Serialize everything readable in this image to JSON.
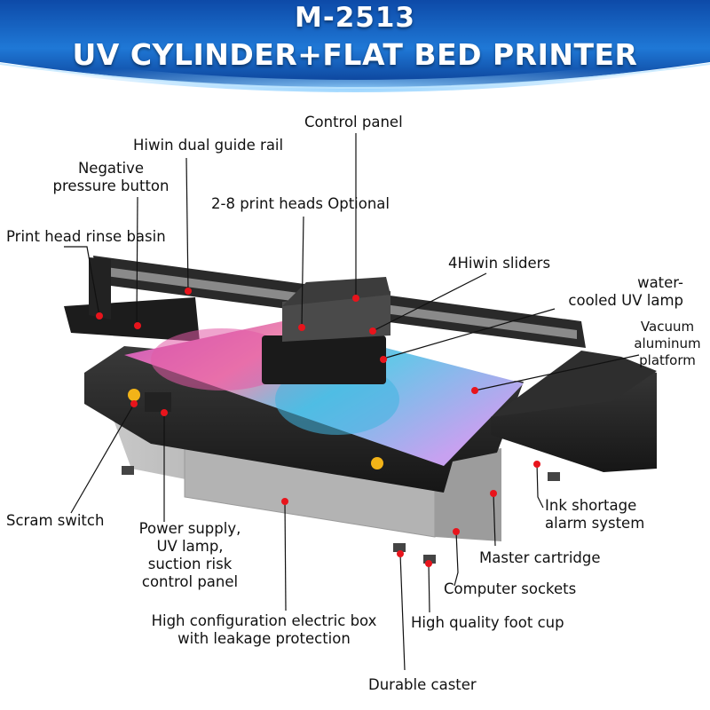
{
  "header": {
    "model": "M-2513",
    "title": "UV CYLINDER+FLAT BED PRINTER",
    "colors": {
      "band_top": "#3aa0f2",
      "band_bottom": "#0b3f9a",
      "text": "#ffffff"
    }
  },
  "colors": {
    "leader": "#111111",
    "marker": "#e8141c"
  },
  "callouts": {
    "control_panel": "Control panel",
    "hiwin_guide_rail": "Hiwin dual guide rail",
    "negative_pressure": [
      "Negative",
      "pressure button"
    ],
    "print_heads": "2-8 print heads Optional",
    "rinse_basin": "Print head rinse basin",
    "hiwin_sliders": "4Hiwin sliders",
    "uv_lamp": [
      "water-",
      "cooled UV lamp"
    ],
    "vacuum_platform": [
      "Vacuum",
      "aluminum",
      "platform"
    ],
    "scram_switch": "Scram switch",
    "power_supply": [
      "Power supply,",
      "UV lamp,",
      "suction risk",
      "control panel"
    ],
    "ink_alarm": [
      "Ink shortage",
      "alarm system"
    ],
    "master_cartridge": "Master cartridge",
    "computer_sockets": "Computer sockets",
    "foot_cup": "High quality foot cup",
    "electric_box": [
      "High configuration electric box",
      "with leakage protection"
    ],
    "caster": "Durable caster"
  }
}
